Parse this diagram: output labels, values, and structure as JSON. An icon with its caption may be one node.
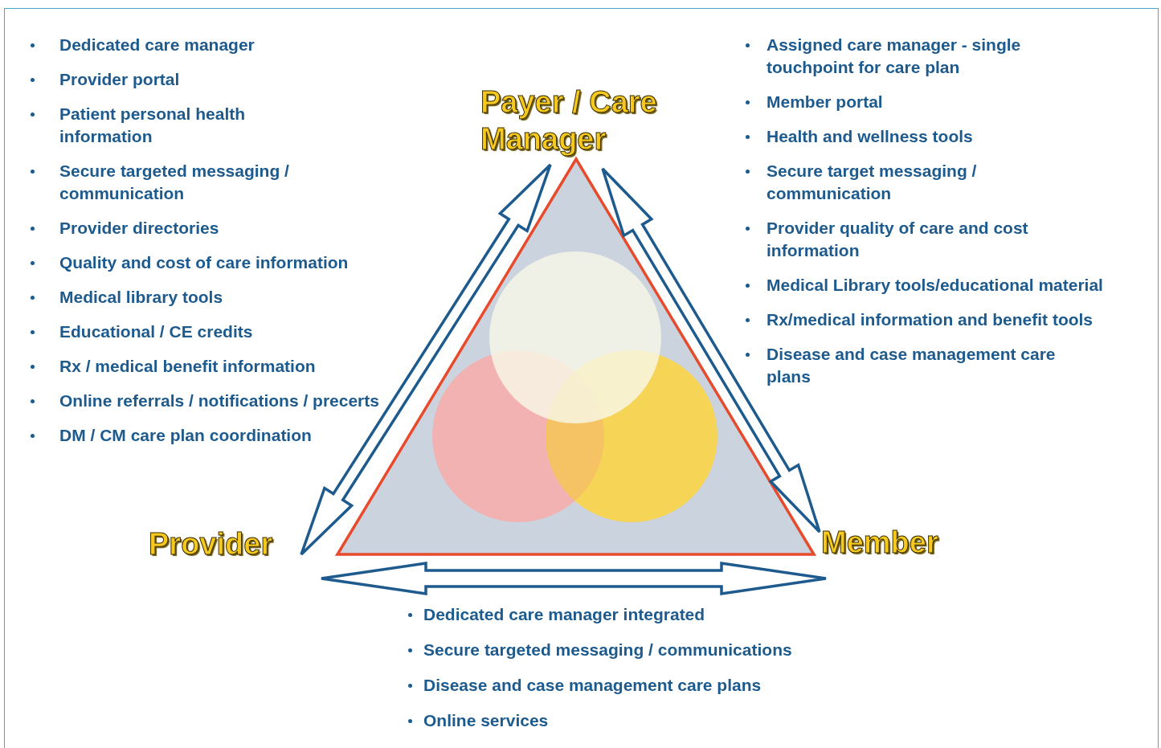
{
  "diagram": {
    "nodes": [
      {
        "text": [
          "Payer / Care Manager"
        ]
      },
      {
        "text": [
          "Provider"
        ]
      },
      {
        "text": [
          "Member"
        ]
      }
    ],
    "edges": [
      {
        "from": 0,
        "to": 1,
        "arrow": "both"
      },
      {
        "from": 0,
        "to": 2,
        "arrow": "both"
      },
      {
        "from": 1,
        "to": 2,
        "arrow": "both"
      }
    ],
    "labels": [
      "Dedicated care manager",
      "Provider portal",
      "Patient personal health information",
      "Secure targeted messaging / communication",
      "Provider directories",
      "Quality and cost of care information",
      "Medical library tools",
      "Educational / CE credits",
      "Rx / medical benefit information",
      "Online referrals / notifications / precerts",
      "DM / CM care plan coordination",
      "Assigned care manager - single touchpoint for care plan",
      "Member portal",
      "Health and wellness tools",
      "Secure target messaging / communication",
      "Provider quality of care and cost information",
      "Medical Library tools/educational material",
      "Rx/medical information and benefit tools",
      "Disease and case management care plans",
      "Dedicated care manager integrated",
      "Secure targeted messaging / communications",
      "Disease and case management care plans",
      "Online services"
    ]
  }
}
